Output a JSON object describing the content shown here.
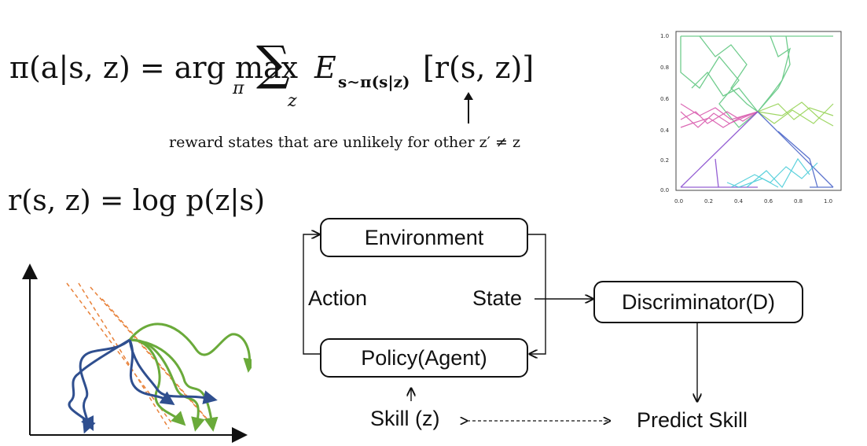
{
  "objective": {
    "lhs": "π(a|s, z) = arg max",
    "max_sub": "π",
    "sum": "∑",
    "sum_sub": "z",
    "expect": "E",
    "expect_sub": "s∼π(s|z)",
    "reward": "[r(s, z)]",
    "note": "reward states that are unlikely for other z′ ≠ z"
  },
  "reward_def": "r(s, z) = log p(z|s)",
  "diagram": {
    "environment": "Environment",
    "action": "Action",
    "state": "State",
    "discriminator": "Discriminator(D)",
    "policy": "Policy(Agent)",
    "skill": "Skill (z)",
    "predict": "Predict Skill"
  },
  "plot": {
    "x_ticks": [
      "0.0",
      "0.2",
      "0.4",
      "0.6",
      "0.8",
      "1.0"
    ],
    "y_ticks": [
      "0.0",
      "0.2",
      "0.4",
      "0.6",
      "0.8",
      "1.0"
    ]
  },
  "colors": {
    "green_traj": "#6aaa3a",
    "blue_traj": "#2f4f8f",
    "orange_dash": "#e8823a"
  }
}
